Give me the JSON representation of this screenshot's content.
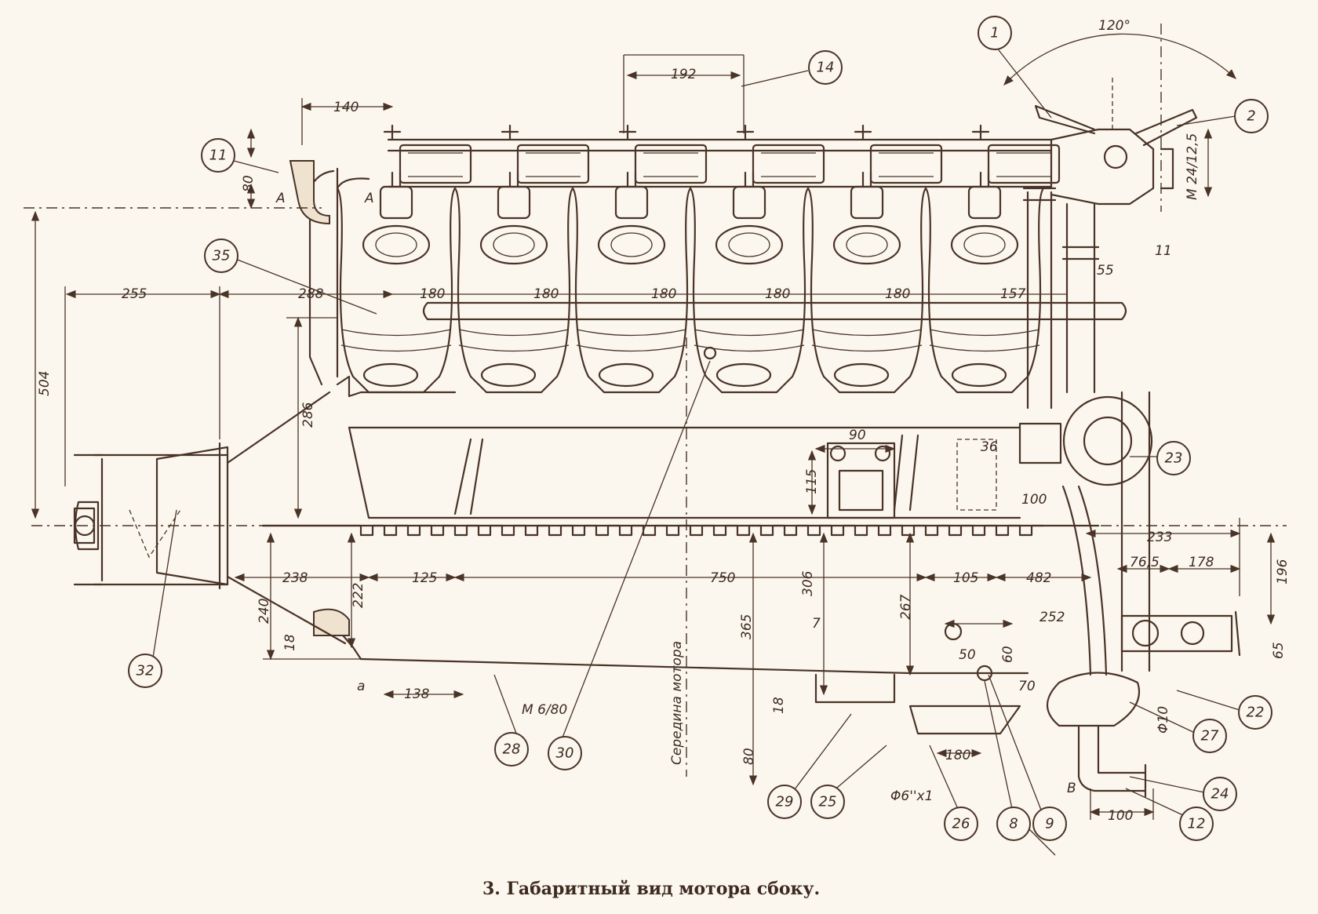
{
  "caption": "3. Габаритный вид мотора сбоку.",
  "angle": "120°",
  "centerline_label": "Середина мотора",
  "section_marks": [
    "A",
    "A",
    "B",
    "a"
  ],
  "thread_labels": [
    "M 24/12,5",
    "M 6/80",
    "Φ6''x1",
    "Φ10"
  ],
  "dimensions": {
    "d192": "192",
    "d140": "140",
    "d80a": "80",
    "d504": "504",
    "d255": "255",
    "d288": "288",
    "d180a": "180",
    "d180b": "180",
    "d180c": "180",
    "d180d": "180",
    "d180e": "180",
    "d157": "157",
    "d55": "55",
    "d11": "11",
    "d286": "286",
    "d90": "90",
    "d36": "36",
    "d115": "115",
    "d100a": "100",
    "d233": "233",
    "d238": "238",
    "d222": "222",
    "d125": "125",
    "d750": "750",
    "d306": "306",
    "d105": "105",
    "d482": "482",
    "d76": "76,5",
    "d178": "178",
    "d196": "196",
    "d240": "240",
    "d365": "365",
    "d267": "267",
    "d252": "252",
    "d18a": "18",
    "d50": "50",
    "d60": "60",
    "d65": "65",
    "d138": "138",
    "d18b": "18",
    "d80b": "80",
    "d180f": "180",
    "d100b": "100",
    "d70": "70",
    "d7": "7"
  },
  "callouts": [
    "1",
    "2",
    "14",
    "11",
    "35",
    "23",
    "32",
    "22",
    "27",
    "24",
    "12",
    "28",
    "30",
    "29",
    "25",
    "26",
    "8",
    "9"
  ]
}
